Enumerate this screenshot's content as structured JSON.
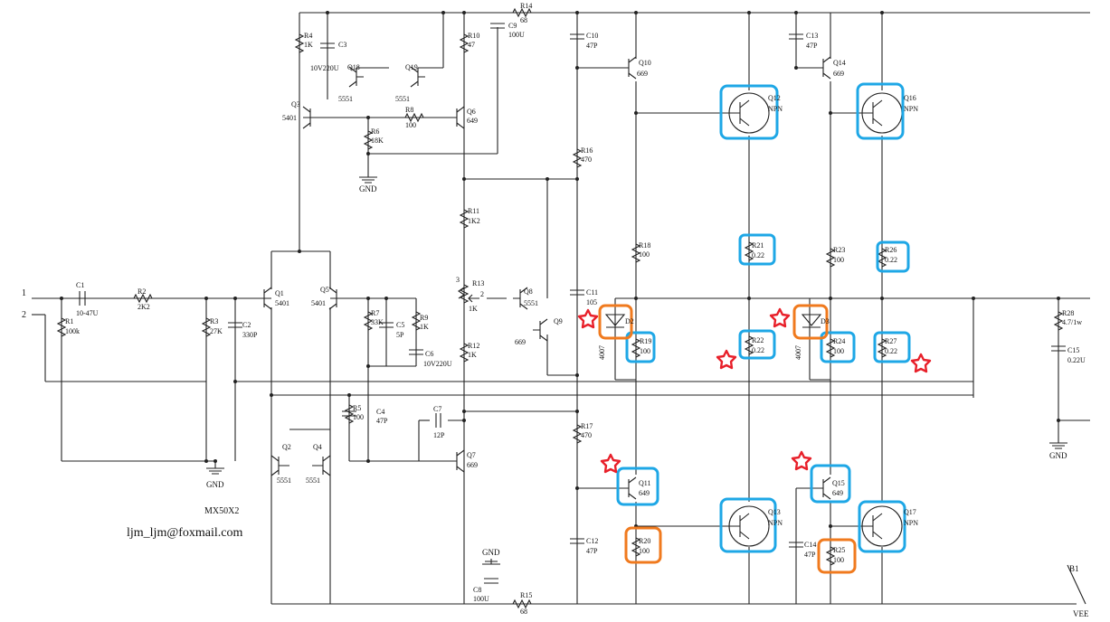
{
  "diagram": {
    "model": "MX50X2",
    "email": "ljm_ljm@foxmail.com",
    "nodes": {
      "in1": "1",
      "in2": "2",
      "gnd": "GND",
      "vee": "VEE",
      "b1": "B1",
      "pot_pin3": "3",
      "pot_pin2": "2"
    },
    "components": [
      {
        "ref": "R1",
        "value": "100k"
      },
      {
        "ref": "C1",
        "value": "10-47U"
      },
      {
        "ref": "R2",
        "value": "2K2"
      },
      {
        "ref": "R3",
        "value": "27K"
      },
      {
        "ref": "C2",
        "value": "330P"
      },
      {
        "ref": "Q1",
        "value": "5401"
      },
      {
        "ref": "Q5",
        "value": "5401"
      },
      {
        "ref": "R7",
        "value": "33K"
      },
      {
        "ref": "C5",
        "value": "5P"
      },
      {
        "ref": "R9",
        "value": "1K"
      },
      {
        "ref": "C6",
        "value": "10V220U"
      },
      {
        "ref": "R5",
        "value": "100"
      },
      {
        "ref": "C4",
        "value": "47P"
      },
      {
        "ref": "Q2",
        "value": "5551"
      },
      {
        "ref": "Q4",
        "value": "5551"
      },
      {
        "ref": "R4",
        "value": "1K"
      },
      {
        "ref": "C3",
        "value": "10V220U"
      },
      {
        "ref": "Q18",
        "value": "5551"
      },
      {
        "ref": "Q19",
        "value": "5551"
      },
      {
        "ref": "Q3",
        "value": "5401"
      },
      {
        "ref": "R8",
        "value": "100"
      },
      {
        "ref": "R6",
        "value": "18K"
      },
      {
        "ref": "R10",
        "value": "47"
      },
      {
        "ref": "Q6",
        "value": "649"
      },
      {
        "ref": "C9",
        "value": "100U"
      },
      {
        "ref": "R14",
        "value": "68"
      },
      {
        "ref": "R11",
        "value": "1K2"
      },
      {
        "ref": "R13",
        "value": "1K"
      },
      {
        "ref": "Q8",
        "value": "5551"
      },
      {
        "ref": "Q9",
        "value": "669"
      },
      {
        "ref": "R12",
        "value": "1K"
      },
      {
        "ref": "C7",
        "value": "12P"
      },
      {
        "ref": "Q7",
        "value": "669"
      },
      {
        "ref": "C8",
        "value": "100U"
      },
      {
        "ref": "R15",
        "value": "68"
      },
      {
        "ref": "C10",
        "value": "47P"
      },
      {
        "ref": "R16",
        "value": "470"
      },
      {
        "ref": "C11",
        "value": "105"
      },
      {
        "ref": "R17",
        "value": "470"
      },
      {
        "ref": "C12",
        "value": "47P"
      },
      {
        "ref": "Q10",
        "value": "669"
      },
      {
        "ref": "R18",
        "value": "100"
      },
      {
        "ref": "D2",
        "value": "4007"
      },
      {
        "ref": "R19",
        "value": "100"
      },
      {
        "ref": "Q11",
        "value": "649"
      },
      {
        "ref": "R20",
        "value": "100"
      },
      {
        "ref": "Q12",
        "value": "NPN"
      },
      {
        "ref": "R21",
        "value": "0.22"
      },
      {
        "ref": "R22",
        "value": "0.22"
      },
      {
        "ref": "Q13",
        "value": "NPN"
      },
      {
        "ref": "C13",
        "value": "47P"
      },
      {
        "ref": "Q14",
        "value": "669"
      },
      {
        "ref": "R23",
        "value": "100"
      },
      {
        "ref": "D3",
        "value": "4007"
      },
      {
        "ref": "R24",
        "value": "100"
      },
      {
        "ref": "Q15",
        "value": "649"
      },
      {
        "ref": "C14",
        "value": "47P"
      },
      {
        "ref": "R25",
        "value": "100"
      },
      {
        "ref": "Q16",
        "value": "NPN"
      },
      {
        "ref": "R26",
        "value": "0.22"
      },
      {
        "ref": "R27",
        "value": "0.22"
      },
      {
        "ref": "Q17",
        "value": "NPN"
      },
      {
        "ref": "R28",
        "value": "4.7/1w"
      },
      {
        "ref": "C15",
        "value": "0.22U"
      }
    ],
    "highlight_colors": {
      "blue": "#1ea7e6",
      "orange": "#f07a1e",
      "star": "#e8202a"
    }
  }
}
